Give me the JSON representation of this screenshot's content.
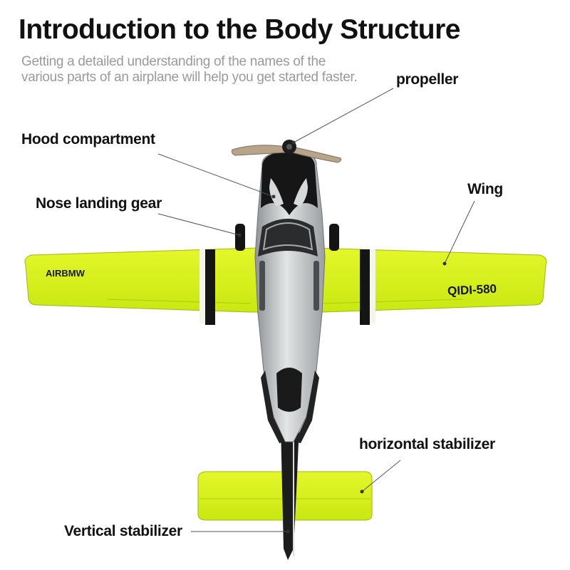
{
  "header": {
    "title": "Introduction to the Body Structure",
    "subtitle_line1": "Getting a detailed understanding of the names of the",
    "subtitle_line2": "various parts of an airplane will help you get started faster."
  },
  "labels": {
    "propeller": "propeller",
    "hood_compartment": "Hood compartment",
    "nose_landing_gear": "Nose landing gear",
    "wing": "Wing",
    "horizontal_stabilizer": "horizontal stabilizer",
    "vertical_stabilizer": "Vertical stabilizer"
  },
  "decals": {
    "brand": "AIRBMW",
    "model": "QIDI-580"
  },
  "colors": {
    "wing_yellow": "#d8f21a",
    "fuselage_silver": "#c9ccce",
    "trim_black": "#151515",
    "leader_line": "#555555"
  }
}
